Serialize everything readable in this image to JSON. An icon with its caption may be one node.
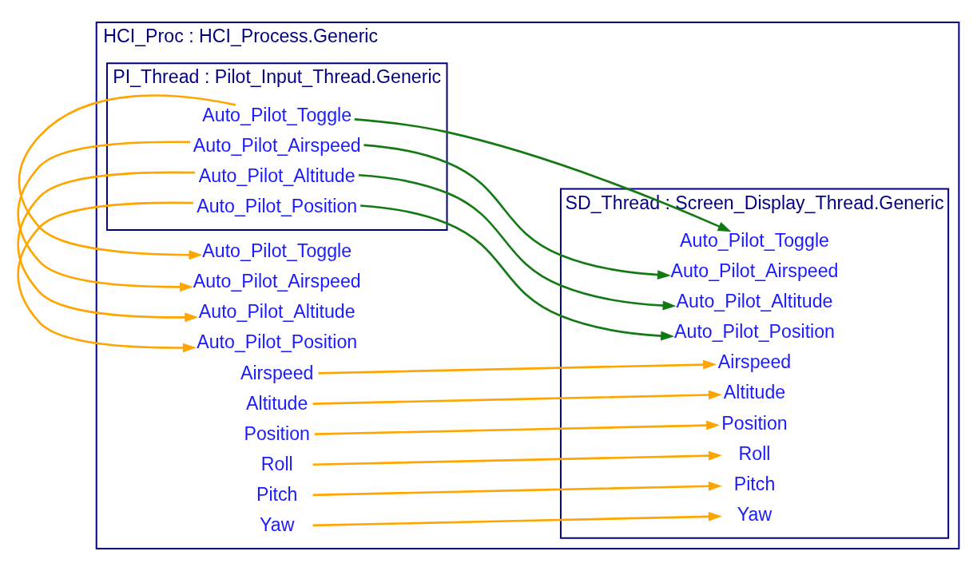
{
  "diagram": {
    "nodes": [
      {
        "text": [
          "HCI_Proc : HCI_Process.Generic"
        ]
      },
      {
        "text": [
          "Auto_Pilot_Toggle"
        ],
        "in": 0
      },
      {
        "text": [
          "Auto_Pilot_Airspeed"
        ],
        "in": 0
      },
      {
        "text": [
          "Auto_Pilot_Altitude"
        ],
        "in": 0
      },
      {
        "text": [
          "Auto_Pilot_Position"
        ],
        "in": 0
      },
      {
        "text": [
          "Airspeed"
        ],
        "in": 0
      },
      {
        "text": [
          "Altitude"
        ],
        "in": 0
      },
      {
        "text": [
          "Position"
        ],
        "in": 0
      },
      {
        "text": [
          "Roll"
        ],
        "in": 0
      },
      {
        "text": [
          "Pitch"
        ],
        "in": 0
      },
      {
        "text": [
          "Yaw"
        ],
        "in": 0
      },
      {
        "text": [
          "PI_Thread : Pilot_Input_Thread.Generic"
        ],
        "in": 0
      },
      {
        "text": [
          "Auto_Pilot_Toggle"
        ],
        "in": 11
      },
      {
        "text": [
          "Auto_Pilot_Airspeed"
        ],
        "in": 11
      },
      {
        "text": [
          "Auto_Pilot_Altitude"
        ],
        "in": 11
      },
      {
        "text": [
          "Auto_Pilot_Position"
        ],
        "in": 11
      },
      {
        "text": [
          "SD_Thread : Screen_Display_Thread.Generic"
        ],
        "in": 0
      },
      {
        "text": [
          "Auto_Pilot_Toggle"
        ],
        "in": 16
      },
      {
        "text": [
          "Auto_Pilot_Airspeed"
        ],
        "in": 16
      },
      {
        "text": [
          "Auto_Pilot_Altitude"
        ],
        "in": 16
      },
      {
        "text": [
          "Auto_Pilot_Position"
        ],
        "in": 16
      },
      {
        "text": [
          "Airspeed"
        ],
        "in": 16
      },
      {
        "text": [
          "Altitude"
        ],
        "in": 16
      },
      {
        "text": [
          "Position"
        ],
        "in": 16
      },
      {
        "text": [
          "Roll"
        ],
        "in": 16
      },
      {
        "text": [
          "Pitch"
        ],
        "in": 16
      },
      {
        "text": [
          "Yaw"
        ],
        "in": 16
      }
    ],
    "edges": [
      {
        "from": 12,
        "to": 1,
        "arrow": "to"
      },
      {
        "from": 13,
        "to": 2,
        "arrow": "to"
      },
      {
        "from": 14,
        "to": 3,
        "arrow": "to"
      },
      {
        "from": 15,
        "to": 4,
        "arrow": "to"
      },
      {
        "from": 5,
        "to": 21,
        "arrow": "to"
      },
      {
        "from": 6,
        "to": 22,
        "arrow": "to"
      },
      {
        "from": 7,
        "to": 23,
        "arrow": "to"
      },
      {
        "from": 8,
        "to": 24,
        "arrow": "to"
      },
      {
        "from": 9,
        "to": 25,
        "arrow": "to"
      },
      {
        "from": 10,
        "to": 26,
        "arrow": "to"
      },
      {
        "from": 12,
        "to": 17,
        "arrow": "to",
        "color": "#137a13"
      },
      {
        "from": 13,
        "to": 18,
        "arrow": "to",
        "color": "#137a13"
      },
      {
        "from": 14,
        "to": 19,
        "arrow": "to",
        "color": "#137a13"
      },
      {
        "from": 15,
        "to": 20,
        "arrow": "to",
        "color": "#137a13"
      }
    ]
  }
}
